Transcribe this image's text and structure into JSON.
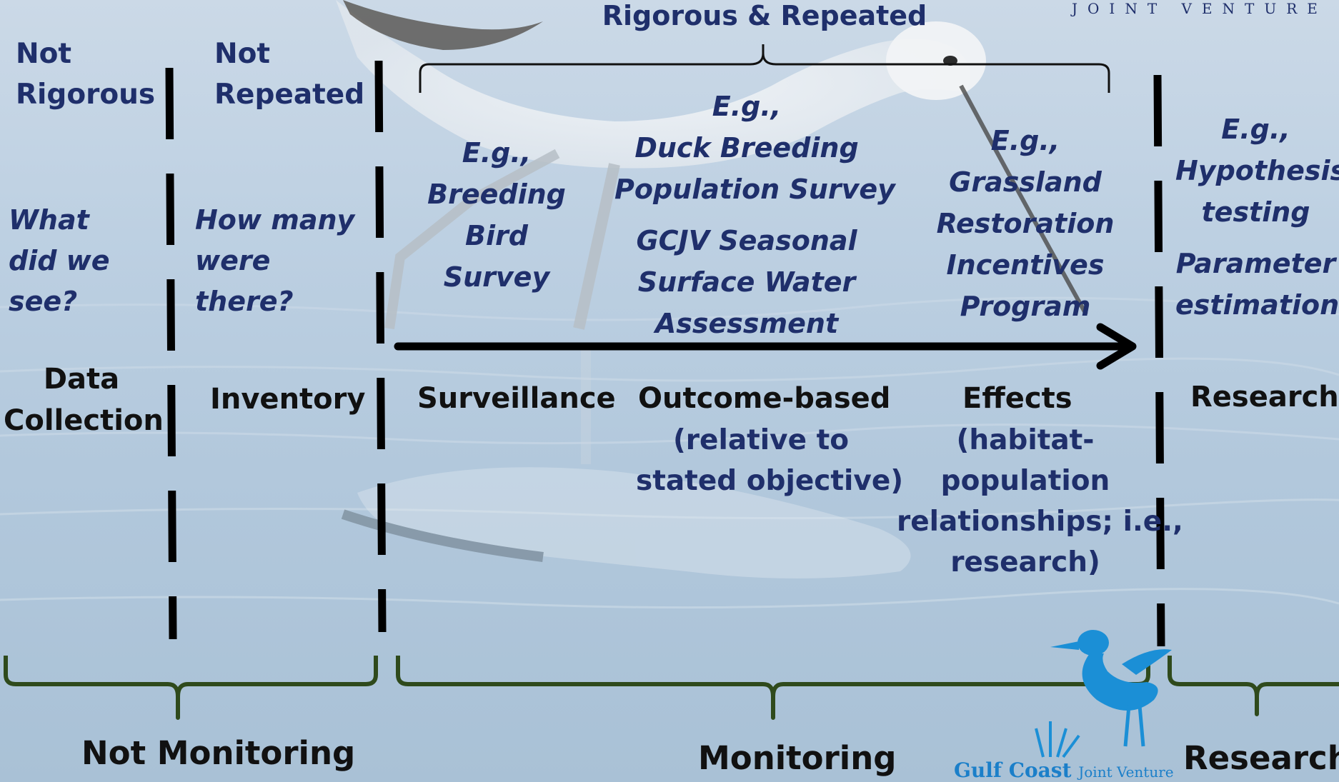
{
  "brand_text": "JOINT VENTURE",
  "top_label": "Rigorous & Repeated",
  "columns": {
    "not_rigorous": {
      "header": [
        "Not",
        "Rigorous"
      ],
      "question": [
        "What",
        "did we",
        "see?"
      ],
      "category": [
        "Data",
        "Collection"
      ]
    },
    "not_repeated": {
      "header": [
        "Not",
        "Repeated"
      ],
      "question": [
        "How many",
        "were",
        "there?"
      ],
      "category": [
        "Inventory"
      ]
    },
    "surveillance": {
      "example": [
        "E.g.,",
        "Breeding",
        "Bird",
        "Survey"
      ],
      "category": [
        "Surveillance"
      ]
    },
    "outcome": {
      "example": [
        "E.g.,",
        "Duck Breeding",
        "Population Survey"
      ],
      "example2": [
        "GCJV Seasonal",
        "Surface Water",
        "Assessment"
      ],
      "category": [
        "Outcome-based"
      ],
      "category_sub": [
        "(relative to",
        "stated objective)"
      ]
    },
    "effects": {
      "example": [
        "E.g.,",
        "Grassland",
        "Restoration",
        "Incentives",
        "Program"
      ],
      "category": [
        "Effects"
      ],
      "category_sub": [
        "(habitat-",
        "population",
        "relationships; i.e.,",
        "research)"
      ]
    },
    "research": {
      "example": [
        "E.g.,",
        "Hypothesis",
        "testing"
      ],
      "example2": [
        "Parameter",
        "estimation"
      ],
      "category": [
        "Research"
      ]
    }
  },
  "bottom_labels": {
    "not_monitoring": "Not Monitoring",
    "monitoring": "Monitoring",
    "research": "Research"
  },
  "logo": {
    "name": "Gulf Coast",
    "suffix": "Joint Venture",
    "icon": "heron-duck-logo-icon"
  },
  "colors": {
    "navy_text": "#1f2f6b",
    "black_text": "#111111",
    "bracket_green": "#2f4a1c",
    "logo_blue": "#1b8fd6",
    "divider": "#000000",
    "background_water": "#bdd0e2"
  }
}
